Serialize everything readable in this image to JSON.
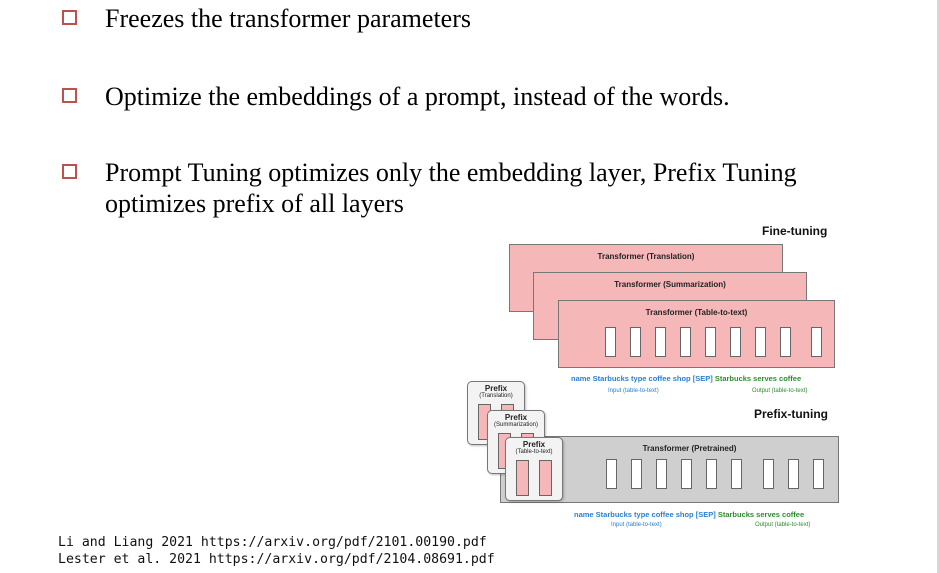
{
  "bullets": [
    {
      "text": "Freezes the transformer parameters"
    },
    {
      "text": "Optimize the embeddings of a prompt, instead of the words."
    },
    {
      "text": "Prompt Tuning optimizes only the embedding layer, Prefix Tuning optimizes prefix of all layers"
    }
  ],
  "references": [
    "Li and Liang 2021 https://arxiv.org/pdf/2101.00190.pdf",
    "Lester et al. 2021 https://arxiv.org/pdf/2104.08691.pdf"
  ],
  "diagram": {
    "fine_tuning": {
      "title": "Fine-tuning",
      "panels": [
        "Transformer (Translation)",
        "Transformer (Summarization)",
        "Transformer (Table-to-text)"
      ],
      "tokens_input": "name  Starbucks  type  coffee  shop",
      "tokens_sep": "[SEP]",
      "tokens_output": "Starbucks  serves  coffee",
      "input_label": "Input (table-to-text)",
      "output_label": "Output (table-to-text)"
    },
    "prefix_tuning": {
      "title": "Prefix-tuning",
      "panel": "Transformer  (Pretrained)",
      "prefixes": [
        {
          "label": "Prefix",
          "sub": "(Translation)"
        },
        {
          "label": "Prefix",
          "sub": "(Summarization)"
        },
        {
          "label": "Prefix",
          "sub": "(Table-to-text)"
        }
      ],
      "tokens_input": "name  Starbucks  type  coffee  shop",
      "tokens_sep": "[SEP]",
      "tokens_output": "Starbucks  serves  coffee",
      "input_label": "Input (table-to-text)",
      "output_label": "Output (table-to-text)"
    }
  },
  "colors": {
    "checkbox": "#c0504d",
    "pink": "#f6b7b9",
    "grey": "#cfcfcf",
    "token_blue": "#2a7fd4",
    "token_green": "#2e8b2e"
  }
}
